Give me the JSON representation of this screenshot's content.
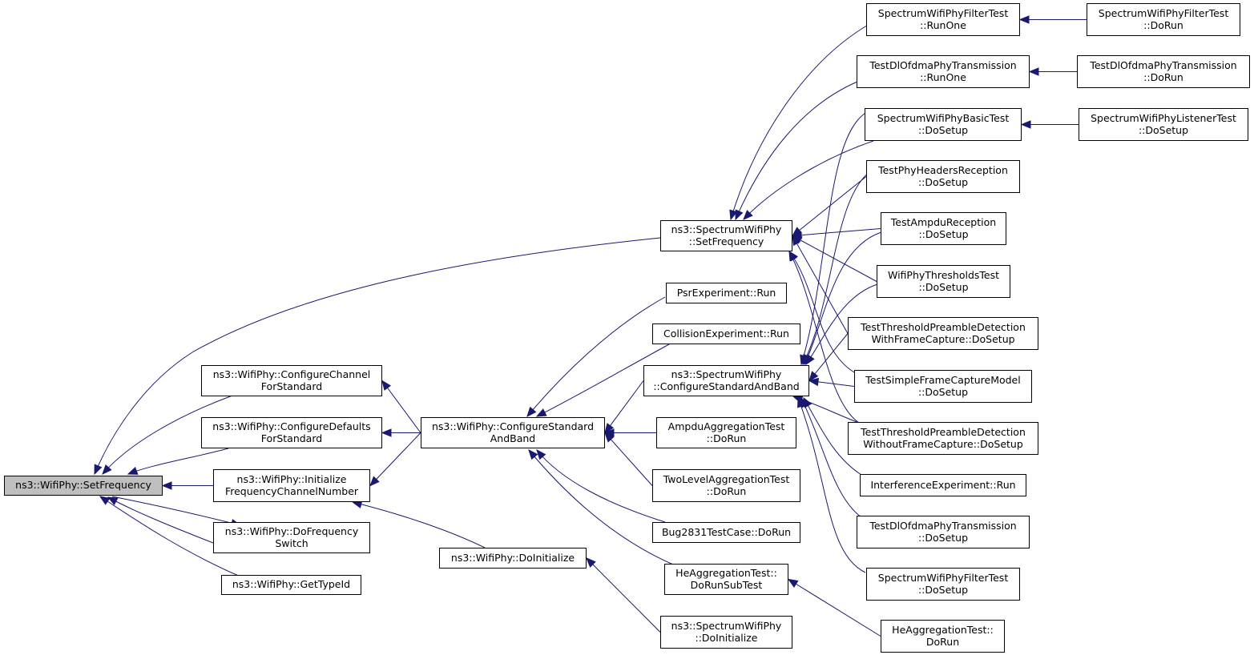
{
  "colors": {
    "edge": "#191970",
    "node_border": "#000000",
    "root_fill": "#bfbfbf",
    "node_fill": "#ffffff"
  },
  "nodes": [
    {
      "id": "root",
      "lines": [
        "ns3::WifiPhy::SetFrequency"
      ]
    },
    {
      "id": "cfg-channel",
      "lines": [
        "ns3::WifiPhy::ConfigureChannel",
        "ForStandard"
      ]
    },
    {
      "id": "cfg-defaults",
      "lines": [
        "ns3::WifiPhy::ConfigureDefaults",
        "ForStandard"
      ]
    },
    {
      "id": "init-freq",
      "lines": [
        "ns3::WifiPhy::Initialize",
        "FrequencyChannelNumber"
      ]
    },
    {
      "id": "do-freq-switch",
      "lines": [
        "ns3::WifiPhy::DoFrequency",
        "Switch"
      ]
    },
    {
      "id": "get-type-id",
      "lines": [
        "ns3::WifiPhy::GetTypeId"
      ]
    },
    {
      "id": "cfg-std-band",
      "lines": [
        "ns3::WifiPhy::ConfigureStandard",
        "AndBand"
      ]
    },
    {
      "id": "do-initialize",
      "lines": [
        "ns3::WifiPhy::DoInitialize"
      ]
    },
    {
      "id": "spec-set-freq",
      "lines": [
        "ns3::SpectrumWifiPhy",
        "::SetFrequency"
      ]
    },
    {
      "id": "psr-run",
      "lines": [
        "PsrExperiment::Run"
      ]
    },
    {
      "id": "collision-run",
      "lines": [
        "CollisionExperiment::Run"
      ]
    },
    {
      "id": "spec-cfg-std-band",
      "lines": [
        "ns3::SpectrumWifiPhy",
        "::ConfigureStandardAndBand"
      ]
    },
    {
      "id": "ampdu-agg-dorun",
      "lines": [
        "AmpduAggregationTest",
        "::DoRun"
      ]
    },
    {
      "id": "two-level-dorun",
      "lines": [
        "TwoLevelAggregationTest",
        "::DoRun"
      ]
    },
    {
      "id": "bug2831-dorun",
      "lines": [
        "Bug2831TestCase::DoRun"
      ]
    },
    {
      "id": "he-agg-dorunsub",
      "lines": [
        "HeAggregationTest::",
        "DoRunSubTest"
      ]
    },
    {
      "id": "spec-doinit",
      "lines": [
        "ns3::SpectrumWifiPhy",
        "::DoInitialize"
      ]
    },
    {
      "id": "filter-runone",
      "lines": [
        "SpectrumWifiPhyFilterTest",
        "::RunOne"
      ]
    },
    {
      "id": "dlofdma-runone",
      "lines": [
        "TestDlOfdmaPhyTransmission",
        "::RunOne"
      ]
    },
    {
      "id": "basic-dosetup",
      "lines": [
        "SpectrumWifiPhyBasicTest",
        "::DoSetup"
      ]
    },
    {
      "id": "headers-dosetup",
      "lines": [
        "TestPhyHeadersReception",
        "::DoSetup"
      ]
    },
    {
      "id": "ampdu-rx-dosetup",
      "lines": [
        "TestAmpduReception",
        "::DoSetup"
      ]
    },
    {
      "id": "thresholds-dosetup",
      "lines": [
        "WifiPhyThresholdsTest",
        "::DoSetup"
      ]
    },
    {
      "id": "thr-with-dosetup",
      "lines": [
        "TestThresholdPreambleDetection",
        "WithFrameCapture::DoSetup"
      ]
    },
    {
      "id": "simple-fc-dosetup",
      "lines": [
        "TestSimpleFrameCaptureModel",
        "::DoSetup"
      ]
    },
    {
      "id": "thr-without-dosetup",
      "lines": [
        "TestThresholdPreambleDetection",
        "WithoutFrameCapture::DoSetup"
      ]
    },
    {
      "id": "interference-run",
      "lines": [
        "InterferenceExperiment::Run"
      ]
    },
    {
      "id": "dlofdma-dosetup",
      "lines": [
        "TestDlOfdmaPhyTransmission",
        "::DoSetup"
      ]
    },
    {
      "id": "filter-dosetup",
      "lines": [
        "SpectrumWifiPhyFilterTest",
        "::DoSetup"
      ]
    },
    {
      "id": "he-agg-dorun",
      "lines": [
        "HeAggregationTest::",
        "DoRun"
      ]
    },
    {
      "id": "filter-dorun",
      "lines": [
        "SpectrumWifiPhyFilterTest",
        "::DoRun"
      ]
    },
    {
      "id": "dlofdma-dorun",
      "lines": [
        "TestDlOfdmaPhyTransmission",
        "::DoRun"
      ]
    },
    {
      "id": "listener-dosetup",
      "lines": [
        "SpectrumWifiPhyListenerTest",
        "::DoSetup"
      ]
    }
  ],
  "edges": [
    {
      "from": "cfg-channel",
      "to": "root"
    },
    {
      "from": "cfg-defaults",
      "to": "root"
    },
    {
      "from": "init-freq",
      "to": "root"
    },
    {
      "from": "do-freq-switch",
      "to": "root"
    },
    {
      "from": "root",
      "to": "do-freq-switch"
    },
    {
      "from": "get-type-id",
      "to": "root"
    },
    {
      "from": "spec-set-freq",
      "to": "root"
    },
    {
      "from": "cfg-std-band",
      "to": "cfg-channel"
    },
    {
      "from": "cfg-std-band",
      "to": "cfg-defaults"
    },
    {
      "from": "cfg-std-band",
      "to": "init-freq"
    },
    {
      "from": "do-initialize",
      "to": "init-freq"
    },
    {
      "from": "psr-run",
      "to": "cfg-std-band"
    },
    {
      "from": "collision-run",
      "to": "cfg-std-band"
    },
    {
      "from": "spec-cfg-std-band",
      "to": "cfg-std-band"
    },
    {
      "from": "ampdu-agg-dorun",
      "to": "cfg-std-band"
    },
    {
      "from": "two-level-dorun",
      "to": "cfg-std-band"
    },
    {
      "from": "bug2831-dorun",
      "to": "cfg-std-band"
    },
    {
      "from": "he-agg-dorunsub",
      "to": "cfg-std-band"
    },
    {
      "from": "spec-doinit",
      "to": "do-initialize"
    },
    {
      "from": "filter-runone",
      "to": "spec-set-freq"
    },
    {
      "from": "dlofdma-runone",
      "to": "spec-set-freq"
    },
    {
      "from": "basic-dosetup",
      "to": "spec-set-freq"
    },
    {
      "from": "headers-dosetup",
      "to": "spec-set-freq"
    },
    {
      "from": "ampdu-rx-dosetup",
      "to": "spec-set-freq"
    },
    {
      "from": "thresholds-dosetup",
      "to": "spec-set-freq"
    },
    {
      "from": "thr-with-dosetup",
      "to": "spec-set-freq"
    },
    {
      "from": "simple-fc-dosetup",
      "to": "spec-set-freq"
    },
    {
      "from": "thr-without-dosetup",
      "to": "spec-set-freq"
    },
    {
      "from": "basic-dosetup",
      "to": "spec-cfg-std-band"
    },
    {
      "from": "headers-dosetup",
      "to": "spec-cfg-std-band"
    },
    {
      "from": "ampdu-rx-dosetup",
      "to": "spec-cfg-std-band"
    },
    {
      "from": "thresholds-dosetup",
      "to": "spec-cfg-std-band"
    },
    {
      "from": "thr-with-dosetup",
      "to": "spec-cfg-std-band"
    },
    {
      "from": "simple-fc-dosetup",
      "to": "spec-cfg-std-band"
    },
    {
      "from": "thr-without-dosetup",
      "to": "spec-cfg-std-band"
    },
    {
      "from": "interference-run",
      "to": "spec-cfg-std-band"
    },
    {
      "from": "dlofdma-dosetup",
      "to": "spec-cfg-std-band"
    },
    {
      "from": "filter-dosetup",
      "to": "spec-cfg-std-band"
    },
    {
      "from": "he-agg-dorun",
      "to": "he-agg-dorunsub"
    },
    {
      "from": "filter-dorun",
      "to": "filter-runone"
    },
    {
      "from": "dlofdma-dorun",
      "to": "dlofdma-runone"
    },
    {
      "from": "listener-dosetup",
      "to": "basic-dosetup"
    }
  ]
}
